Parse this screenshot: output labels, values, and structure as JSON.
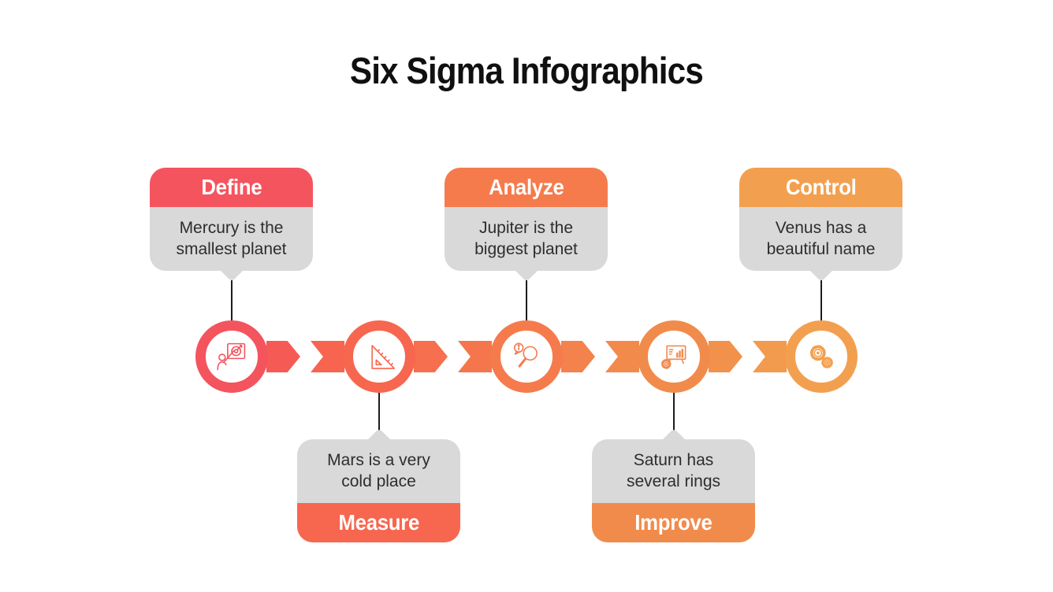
{
  "title": "Six Sigma Infographics",
  "colors": {
    "background": "#ffffff",
    "panel_gray": "#d9d9d9",
    "text_dark": "#2d2d2d",
    "line_black": "#1c1c1c"
  },
  "stages": [
    {
      "label": "Define",
      "description": "Mercury is the smallest planet",
      "color": "#f4545e",
      "icon": "presentation-target-icon",
      "callout_position": "top"
    },
    {
      "label": "Measure",
      "description": "Mars is a very cold place",
      "color": "#f7664f",
      "icon": "set-square-icon",
      "callout_position": "bottom"
    },
    {
      "label": "Analyze",
      "description": "Jupiter is the biggest planet",
      "color": "#f57b4d",
      "icon": "magnifier-info-icon",
      "callout_position": "top"
    },
    {
      "label": "Improve",
      "description": "Saturn has several rings",
      "color": "#f18b4c",
      "icon": "bar-chart-gear-icon",
      "callout_position": "bottom"
    },
    {
      "label": "Control",
      "description": "Venus has a beautiful name",
      "color": "#f2a04f",
      "icon": "double-gear-icon",
      "callout_position": "top"
    }
  ],
  "connectors": [
    {
      "from": "Define",
      "to": "Measure",
      "out_color": "#f65a55",
      "in_color": "#f76450"
    },
    {
      "from": "Measure",
      "to": "Analyze",
      "out_color": "#f66f4e",
      "in_color": "#f5764d"
    },
    {
      "from": "Analyze",
      "to": "Improve",
      "out_color": "#f4824c",
      "in_color": "#f28a4c"
    },
    {
      "from": "Improve",
      "to": "Control",
      "out_color": "#f2914c",
      "in_color": "#f29a4e"
    }
  ]
}
